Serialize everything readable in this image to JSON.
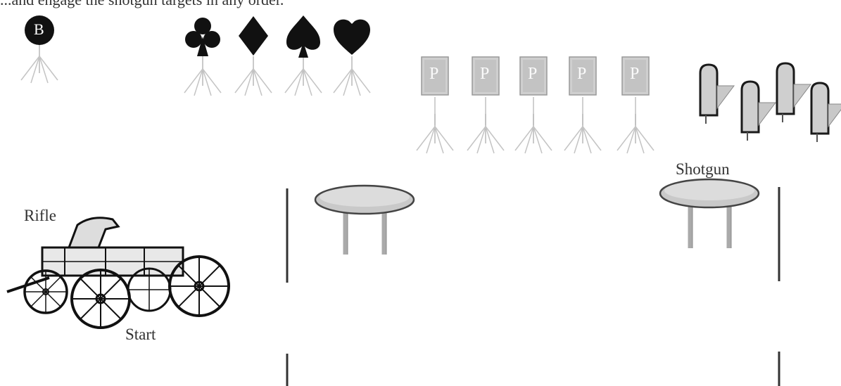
{
  "header": {
    "instruction": "...and engage the shotgun targets in any order."
  },
  "labels": {
    "bonus_marker": "B",
    "pistol_marker": "P",
    "shotgun": "Shotgun",
    "rifle": "Rifle",
    "start": "Start"
  },
  "targets": {
    "bonus": [
      {
        "icon": "bonus-circle-target-icon"
      }
    ],
    "card_suits": [
      {
        "icon": "club-target-icon"
      },
      {
        "icon": "diamond-target-icon"
      },
      {
        "icon": "spade-target-icon"
      },
      {
        "icon": "heart-target-icon"
      }
    ],
    "pistol_plates": [
      {
        "icon": "pistol-plate-icon"
      },
      {
        "icon": "pistol-plate-icon"
      },
      {
        "icon": "pistol-plate-icon"
      },
      {
        "icon": "pistol-plate-icon"
      },
      {
        "icon": "pistol-plate-icon"
      }
    ],
    "shotgun_knockdowns": [
      {
        "icon": "knockdown-target-icon"
      },
      {
        "icon": "knockdown-target-icon"
      },
      {
        "icon": "knockdown-target-icon"
      },
      {
        "icon": "knockdown-target-icon"
      }
    ]
  },
  "props": {
    "tables": [
      {
        "icon": "table-icon"
      },
      {
        "icon": "table-icon"
      }
    ],
    "wagon": {
      "icon": "wagon-icon"
    }
  },
  "colors": {
    "ink": "#111111",
    "plate": "#c9c9c9",
    "stand": "#b8b8b8"
  }
}
